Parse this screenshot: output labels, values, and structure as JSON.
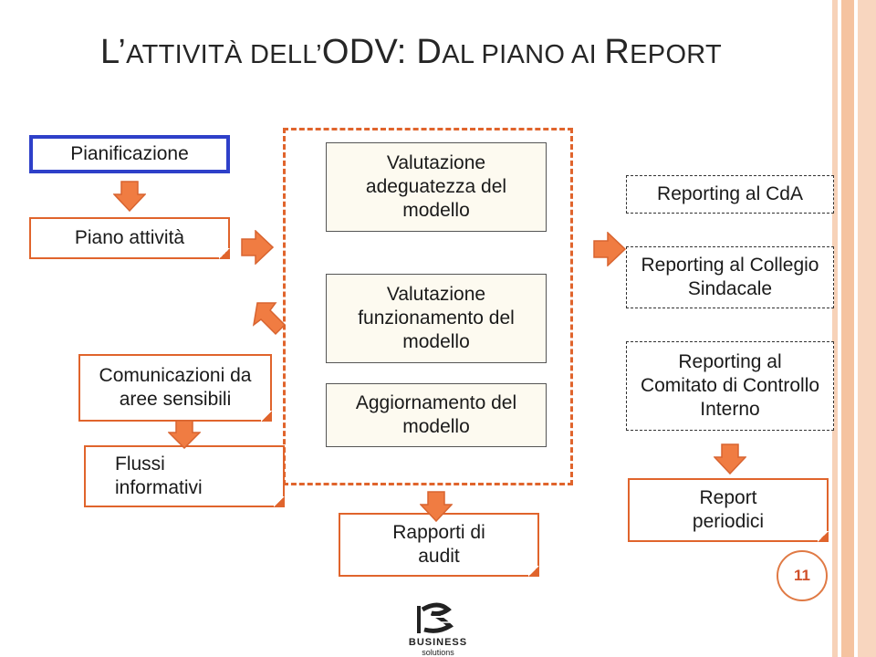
{
  "title": {
    "prefix_cap": "L’",
    "part1": "ATTIVITÀ DELL’",
    "odv": "ODV",
    "part2": ": D",
    "part3": "AL PIANO AI ",
    "report_cap": "R",
    "part4": "EPORT"
  },
  "left_column": {
    "pianificazione": "Pianificazione",
    "piano_attivita": "Piano attività",
    "comunicazioni": "Comunicazioni da aree sensibili",
    "flussi": "Flussi informativi"
  },
  "center_column": {
    "adeguatezza": "Valutazione adeguatezza del modello",
    "funzionamento": "Valutazione funzionamento del modello",
    "aggiornamento": "Aggiornamento del modello",
    "rapporti": "Rapporti di audit"
  },
  "right_column": {
    "cda": "Reporting al CdA",
    "collegio": "Reporting al Collegio Sindacale",
    "comitato": "Reporting al Comitato di Controllo Interno",
    "periodici": "Report periodici"
  },
  "page_number": "11",
  "logo": {
    "name": "BUSINESS",
    "tagline": "solutions"
  },
  "colors": {
    "accent": "#e0642c",
    "arrow_fill": "#f07c42",
    "plan_border": "#2e40c9",
    "stripe": "#f3b992"
  }
}
